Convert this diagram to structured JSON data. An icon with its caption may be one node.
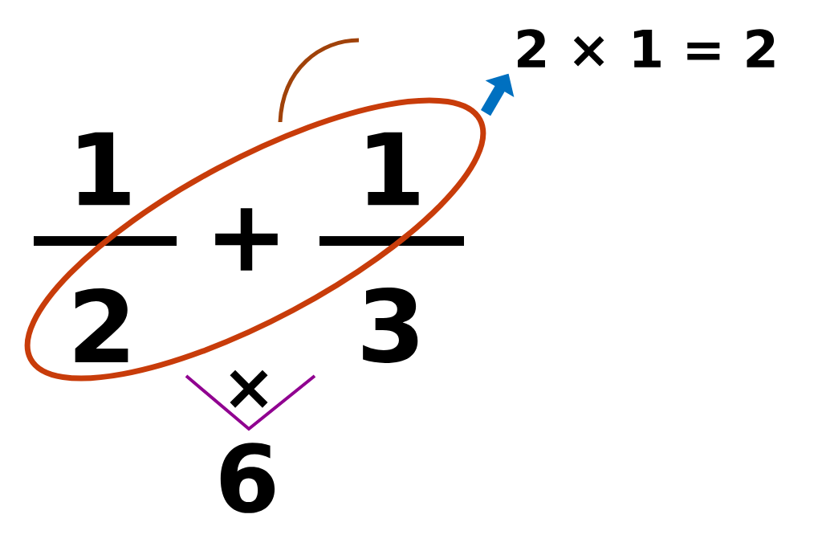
{
  "diagram": {
    "nodes": [
      {
        "text": [],
        "shape": "ellipse"
      },
      {
        "text": [
          "2 × 1 = 2"
        ]
      }
    ],
    "edges": [
      {
        "from": 0,
        "to": 1,
        "arrow": "to",
        "color": "#0070c0"
      }
    ],
    "labels": [
      "1",
      "1",
      "+",
      "2",
      "3",
      "×",
      "6"
    ]
  }
}
